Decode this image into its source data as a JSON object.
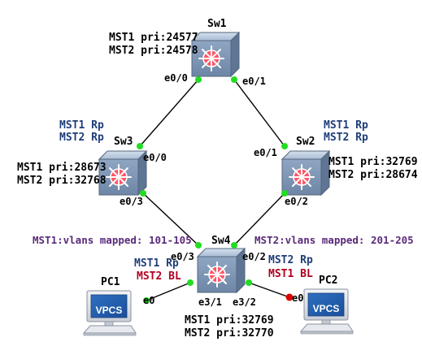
{
  "colors": {
    "link": "#000000",
    "port_up": "#22dd22",
    "port_down": "#dd0000",
    "role_blue": "#1f3d78",
    "role_red": "#b00020",
    "mapping": "#5a2a7a",
    "switch_top": "#b8c8dc",
    "switch_face": "#8aa2c0",
    "switch_side": "#6f87a6",
    "switch_emblem": "#ff4455"
  },
  "switches": {
    "sw1": {
      "name": "Sw1",
      "pri_mst1": "MST1 pri:24577",
      "pri_mst2": "MST2 pri:24578",
      "icon": "multilayer-switch-icon"
    },
    "sw2": {
      "name": "Sw2",
      "pri_mst1": "MST1 pri:32769",
      "pri_mst2": "MST2 pri:28674",
      "role_mst1": "MST1 Rp",
      "role_mst2": "MST2 Rp",
      "icon": "multilayer-switch-icon"
    },
    "sw3": {
      "name": "Sw3",
      "pri_mst1": "MST1 pri:28673",
      "pri_mst2": "MST2 pri:32768",
      "role_mst1": "MST1 Rp",
      "role_mst2": "MST2 Rp",
      "icon": "multilayer-switch-icon"
    },
    "sw4": {
      "name": "Sw4",
      "pri_mst1": "MST1 pri:32769",
      "pri_mst2": "MST2 pri:32770",
      "icon": "multilayer-switch-icon"
    }
  },
  "pcs": {
    "pc1": {
      "name": "PC1",
      "screen_label": "VPCS",
      "icon": "vpcs-computer-icon"
    },
    "pc2": {
      "name": "PC2",
      "screen_label": "VPCS",
      "icon": "vpcs-computer-icon"
    }
  },
  "ports": {
    "sw1_e00": "e0/0",
    "sw1_e01": "e0/1",
    "sw3_e00": "e0/0",
    "sw3_e03": "e0/3",
    "sw2_e01": "e0/1",
    "sw2_e02": "e0/2",
    "sw4_e03": "e0/3",
    "sw4_e02": "e0/2",
    "sw4_e31": "e3/1",
    "sw4_e32": "e3/2",
    "pc1_e0": "e0",
    "pc2_e0": "e0"
  },
  "sw4_port_roles": {
    "e31_mst1": "MST1 Rp",
    "e31_mst2": "MST2 BL",
    "e32_mst2": "MST2 Rp",
    "e32_mst1": "MST1 BL"
  },
  "mappings": {
    "mst1": "MST1:vlans mapped: 101-105",
    "mst2": "MST2:vlans mapped: 201-205"
  }
}
